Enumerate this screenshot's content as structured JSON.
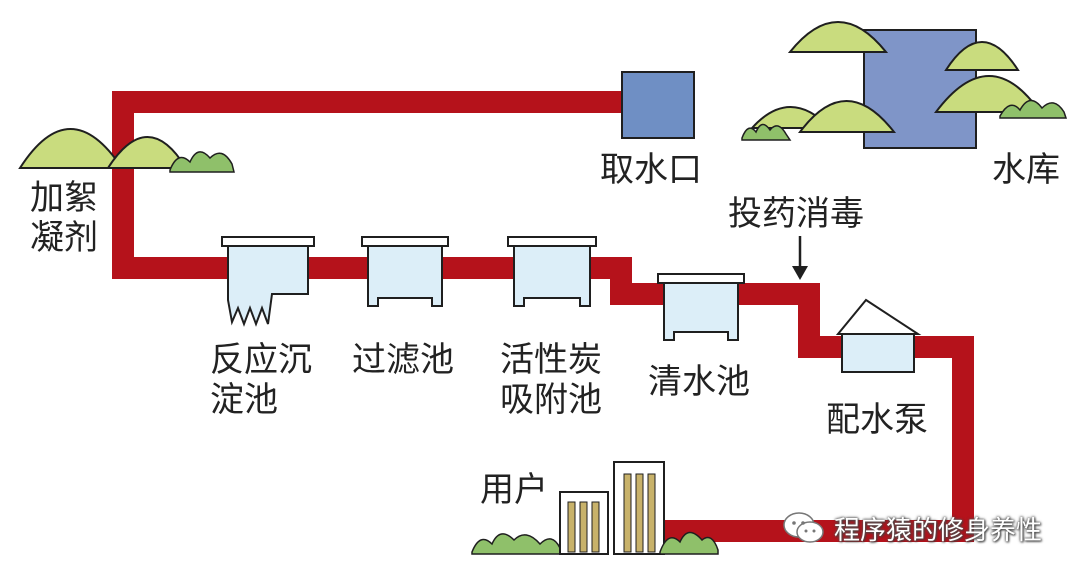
{
  "labels": {
    "intake": "取水口",
    "reservoir": "水库",
    "coagulant": "加絮凝剂",
    "sedimentation": "反应沉淀池",
    "filtration": "过滤池",
    "carbon": "活性炭吸附池",
    "clear_water": "清水池",
    "disinfection": "投药消毒",
    "pump": "配水泵",
    "users": "用户"
  },
  "watermark": {
    "text": "程序猿的修身养性",
    "icon": "wechat-icon"
  },
  "colors": {
    "pipe": "#b5121b",
    "tank_fill": "#dceef8",
    "tank_stroke": "#1f1f1f",
    "reservoir": "#7f95c8",
    "intake_box": "#6f8fc4",
    "hill": "#c9dc7e",
    "shrub": "#8fc06a"
  }
}
